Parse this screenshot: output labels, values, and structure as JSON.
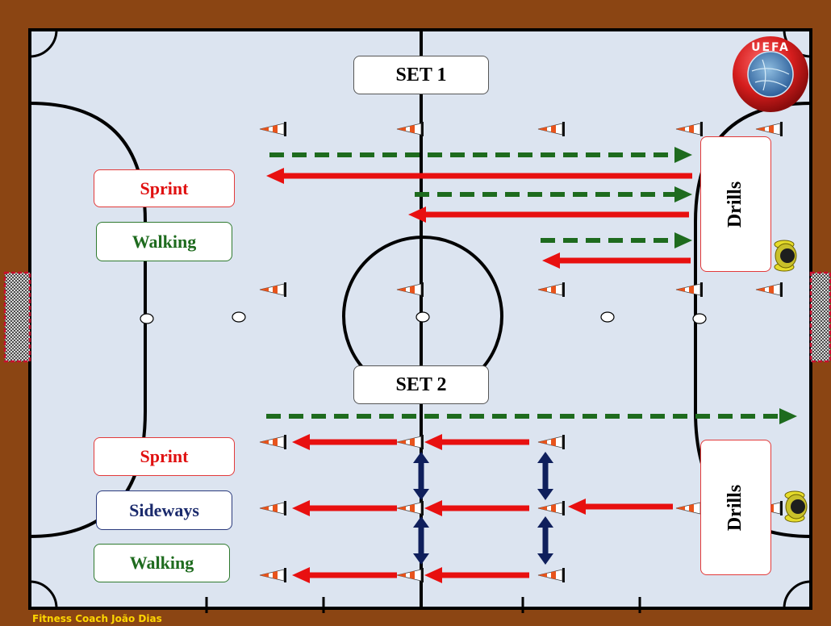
{
  "logo": {
    "text": "UEFA"
  },
  "sets": [
    {
      "label": "SET 1"
    },
    {
      "label": "SET 2"
    }
  ],
  "set1": {
    "labels": [
      {
        "text": "Sprint",
        "color": "#e01010"
      },
      {
        "text": "Walking",
        "color": "#1e6b1e"
      }
    ],
    "drills": "Drills"
  },
  "set2": {
    "labels": [
      {
        "text": "Sprint",
        "color": "#e01010"
      },
      {
        "text": "Sideways",
        "color": "#1a2a6c"
      },
      {
        "text": "Walking",
        "color": "#1e6b1e"
      }
    ],
    "drills": "Drills"
  },
  "colors": {
    "frame": "#8B4513",
    "court": "#dce4f0",
    "sprint_arrow": "#e81010",
    "walking_arrow": "#1e6b1e",
    "sideways_arrow": "#0f1f5c",
    "set_border": "#555555",
    "label_border_sprint": "#e23a3a",
    "label_border_walking": "#2f7a2f",
    "label_border_sideways": "#2a3a7c",
    "credit": "#FFD700"
  },
  "credit": "Fitness Coach  João Dias"
}
